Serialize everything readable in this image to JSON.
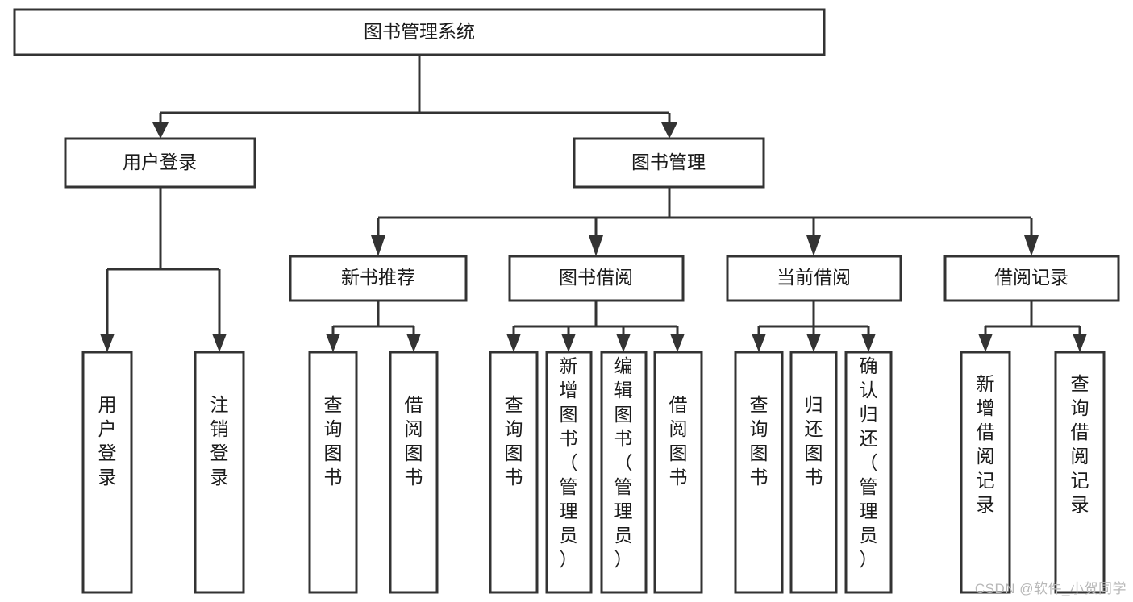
{
  "diagram": {
    "type": "tree-hierarchy",
    "title": "图书管理系统",
    "watermark": "CSDN @软件_小贺同学",
    "colors": {
      "stroke": "#333333",
      "fill": "#ffffff",
      "text": "#1b1b1b",
      "watermark": "#b8b8b8"
    },
    "nodes": {
      "root": {
        "label": "图书管理系统",
        "orientation": "horizontal"
      },
      "level2": [
        {
          "label": "用户登录",
          "orientation": "horizontal"
        },
        {
          "label": "图书管理",
          "orientation": "horizontal"
        }
      ],
      "level3": [
        {
          "label": "新书推荐",
          "orientation": "horizontal"
        },
        {
          "label": "图书借阅",
          "orientation": "horizontal"
        },
        {
          "label": "当前借阅",
          "orientation": "horizontal"
        },
        {
          "label": "借阅记录",
          "orientation": "horizontal"
        }
      ],
      "leaves": {
        "user_login": [
          {
            "label": "用户登录",
            "orientation": "vertical"
          },
          {
            "label": "注销登录",
            "orientation": "vertical"
          }
        ],
        "new_book_recommend": [
          {
            "label": "查询图书",
            "orientation": "vertical"
          },
          {
            "label": "借阅图书",
            "orientation": "vertical"
          }
        ],
        "book_borrow": [
          {
            "label": "查询图书",
            "orientation": "vertical"
          },
          {
            "label": "新增图书（管理员）",
            "orientation": "vertical"
          },
          {
            "label": "编辑图书（管理员）",
            "orientation": "vertical"
          },
          {
            "label": "借阅图书",
            "orientation": "vertical"
          }
        ],
        "current_borrow": [
          {
            "label": "查询图书",
            "orientation": "vertical"
          },
          {
            "label": "归还图书",
            "orientation": "vertical"
          },
          {
            "label": "确认归还（管理员）",
            "orientation": "vertical"
          }
        ],
        "borrow_record": [
          {
            "label": "新增借阅记录",
            "orientation": "vertical"
          },
          {
            "label": "查询借阅记录",
            "orientation": "vertical"
          }
        ]
      }
    }
  }
}
